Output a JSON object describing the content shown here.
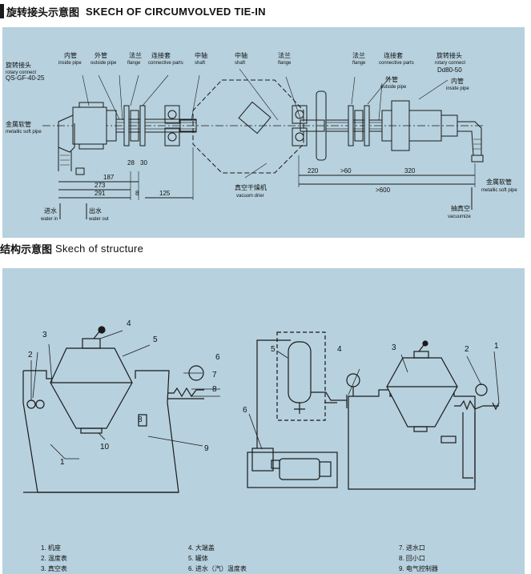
{
  "section1": {
    "title_cn": "旋转接头示意图",
    "title_en": "SKECH OF CIRCUMVOLVED TIE-IN",
    "left_labels": [
      {
        "cn": "旋转接头",
        "en": "rotary connect"
      },
      {
        "cn": "内管",
        "en": "inside pipe"
      },
      {
        "cn": "外管",
        "en": "outside pipe"
      },
      {
        "cn": "法兰",
        "en": "flange"
      },
      {
        "cn": "连接套",
        "en": "connective parts"
      },
      {
        "cn": "中轴",
        "en": "shaft"
      }
    ],
    "right_labels": [
      {
        "cn": "中轴",
        "en": "shaft"
      },
      {
        "cn": "法兰",
        "en": "flange"
      },
      {
        "cn": "法兰",
        "en": "flange"
      },
      {
        "cn": "连接套",
        "en": "connective parts"
      },
      {
        "cn": "旋转接头",
        "en": "rotary connect"
      },
      {
        "cn": "外管",
        "en": "outside pipe"
      },
      {
        "cn": "内管",
        "en": "inside pipe"
      }
    ],
    "model_left": "QS-GF-40-25",
    "model_right": "Dd80-50",
    "metal_left": {
      "cn": "金属软管",
      "en": "metallic soft pipe"
    },
    "metal_right": {
      "cn": "金属软管",
      "en": "metallic soft pipe"
    },
    "dims_left": [
      "187",
      "273",
      "291",
      "28",
      "30",
      "8",
      "125"
    ],
    "dims_right": [
      "220",
      ">60",
      "320",
      ">600"
    ],
    "vacuum_drier": {
      "cn": "真空干燥机",
      "en": "vacuum drier"
    },
    "water_in": {
      "cn": "进水",
      "en": "water in"
    },
    "water_out": {
      "cn": "出水",
      "en": "water out"
    },
    "vacuumize": {
      "cn": "抽真空",
      "en": "vacuumize"
    }
  },
  "section2": {
    "title_cn": "结构示意图",
    "title_en": "Skech of structure",
    "callouts_left": [
      "1",
      "2",
      "3",
      "4",
      "5",
      "6",
      "7",
      "8",
      "8",
      "9",
      "10"
    ],
    "callouts_right": [
      "1",
      "2",
      "3",
      "4",
      "5",
      "6"
    ],
    "legend": [
      "1. 机座",
      "2. 温度表",
      "3. 真空表",
      "4. 大端盖",
      "5. 罐体",
      "6. 进水（汽）温度表",
      "7. 进水口",
      "8. 回小口",
      "9. 电气控制器"
    ]
  },
  "colors": {
    "panel": "#b7d1de",
    "line": "#1a1a1a"
  }
}
